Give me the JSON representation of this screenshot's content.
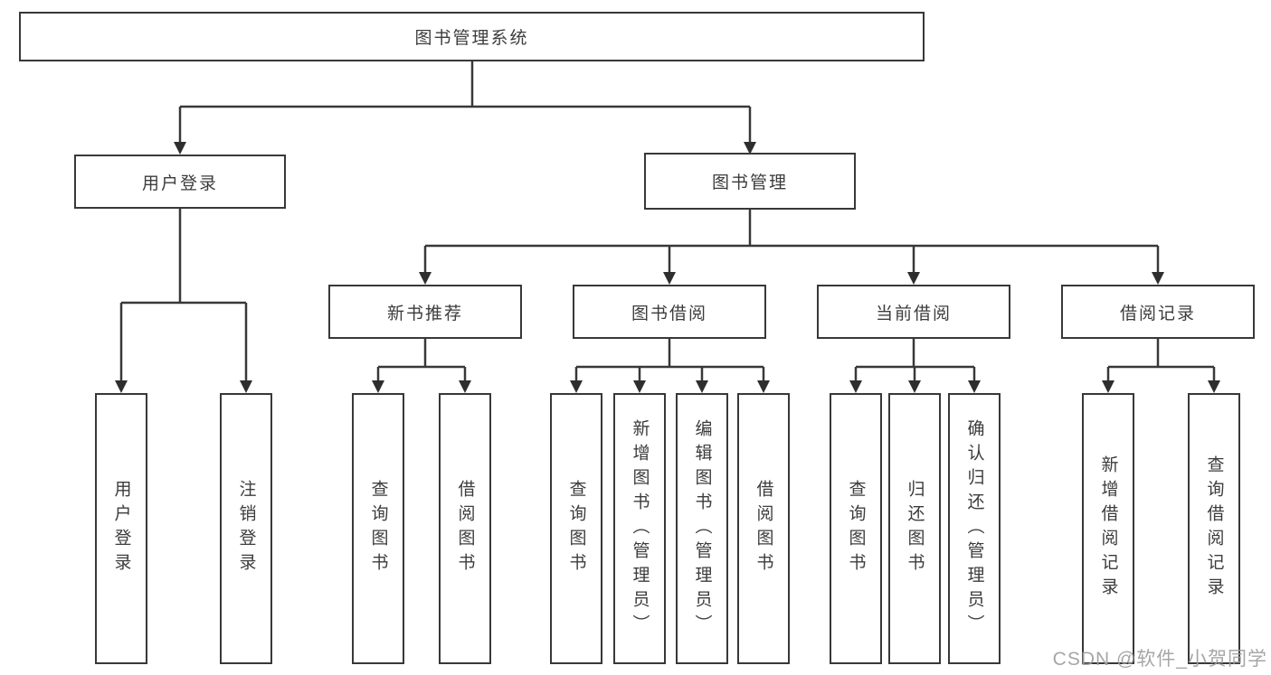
{
  "tree": {
    "label": "图书管理系统",
    "children": [
      {
        "label": "用户登录",
        "children": [
          {
            "label": "用户登录"
          },
          {
            "label": "注销登录"
          }
        ]
      },
      {
        "label": "图书管理",
        "children": [
          {
            "label": "新书推荐",
            "children": [
              {
                "label": "查询图书"
              },
              {
                "label": "借阅图书"
              }
            ]
          },
          {
            "label": "图书借阅",
            "children": [
              {
                "label": "查询图书"
              },
              {
                "label": "新增图书（管理员）"
              },
              {
                "label": "编辑图书（管理员）"
              },
              {
                "label": "借阅图书"
              }
            ]
          },
          {
            "label": "当前借阅",
            "children": [
              {
                "label": "查询图书"
              },
              {
                "label": "归还图书"
              },
              {
                "label": "确认归还（管理员）"
              }
            ]
          },
          {
            "label": "借阅记录",
            "children": [
              {
                "label": "新增借阅记录"
              },
              {
                "label": "查询借阅记录"
              }
            ]
          }
        ]
      }
    ]
  },
  "watermark": {
    "text": "CSDN @软件_小贺同学"
  },
  "colors": {
    "line": "#383838",
    "arrow": "#2e2e2e",
    "box_border": "#383838",
    "text": "#3c3c3c",
    "watermark": "#9e9e9e",
    "background": "#ffffff"
  }
}
